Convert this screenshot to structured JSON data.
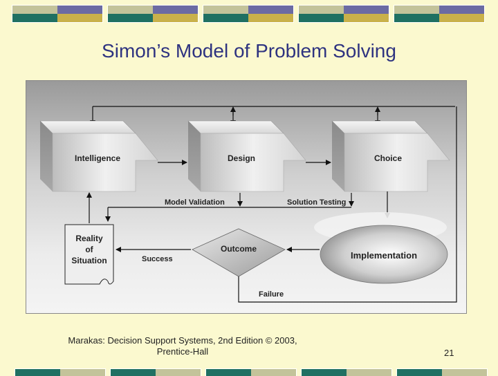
{
  "slide": {
    "title": "Simon’s Model of Problem Solving",
    "footer_line1": "Marakas: Decision Support Systems, 2nd Edition  © 2003,",
    "footer_line2": "Prentice-Hall",
    "page_number": "21"
  },
  "diagram": {
    "phases": [
      "Intelligence",
      "Design",
      "Choice"
    ],
    "implementation_label": "Implementation",
    "outcome_label": "Outcome",
    "reality_label_1": "Reality",
    "reality_label_2": "of",
    "reality_label_3": "Situation",
    "model_validation_label": "Model Validation",
    "solution_testing_label": "Solution Testing",
    "success_label": "Success",
    "failure_label": "Failure"
  },
  "colors": {
    "background": "#fbf9cf",
    "title": "#2e3380",
    "band_colors": [
      "#c3c39a",
      "#6b6ba3",
      "#1f7062",
      "#c9b14a"
    ]
  }
}
